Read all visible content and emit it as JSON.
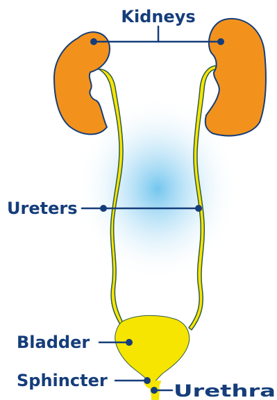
{
  "labels": {
    "kidneys": "Kidneys",
    "ureters": "Ureters",
    "bladder": "Bladder",
    "sphincter": "Sphincter",
    "urethra": "Urethra"
  },
  "colors": {
    "label_text": "#153d7a",
    "leader_line": "#153d7a",
    "kidney_fill": "#f2921c",
    "kidney_outline": "#153d7a",
    "ureter_fill": "#f6e500",
    "ureter_outline": "#2f5a45",
    "bladder_fill": "#f6e500",
    "glow": "#6cc3ee"
  }
}
